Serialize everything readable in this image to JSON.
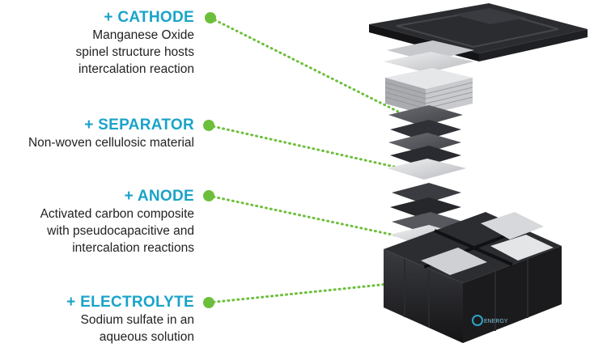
{
  "colors": {
    "heading": "#1aa3c9",
    "leader": "#6cbf3b",
    "text": "#222222",
    "battery_dark": "#1c1c1f",
    "plate": "#9a9ca1",
    "plate_light": "#d9dadc"
  },
  "components": [
    {
      "title": "+ CATHODE",
      "lines": [
        "Manganese Oxide",
        "spinel structure hosts",
        "intercalation reaction"
      ]
    },
    {
      "title": "+ SEPARATOR",
      "lines": [
        "Non-woven cellulosic material"
      ]
    },
    {
      "title": "+ ANODE",
      "lines": [
        "Activated carbon composite",
        "with pseudocapacitive and",
        "intercalation reactions"
      ]
    },
    {
      "title": "+ ELECTROLYTE",
      "lines": [
        "Sodium sulfate in an",
        "aqueous solution"
      ]
    }
  ],
  "logo_text": "ENERGY"
}
